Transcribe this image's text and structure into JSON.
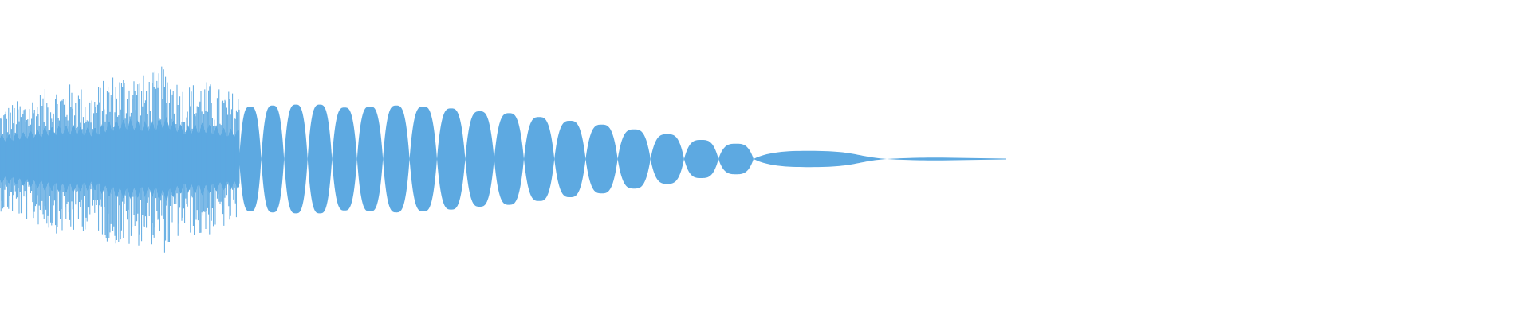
{
  "waveform": {
    "color": "#5DA9E1",
    "background": "#ffffff",
    "noise_segment": {
      "peak_envelope": [
        0.55,
        0.62,
        0.7,
        0.78,
        0.8,
        0.72,
        0.9,
        0.95,
        0.88,
        1.0,
        0.78,
        0.85,
        0.74,
        0.7
      ]
    },
    "tone_segment": {
      "lobes": [
        {
          "amp": 0.55
        },
        {
          "amp": 0.56
        },
        {
          "amp": 0.57
        },
        {
          "amp": 0.57
        },
        {
          "amp": 0.54
        },
        {
          "amp": 0.55
        },
        {
          "amp": 0.56
        },
        {
          "amp": 0.55
        },
        {
          "amp": 0.53
        },
        {
          "amp": 0.5
        },
        {
          "amp": 0.48
        },
        {
          "amp": 0.44
        },
        {
          "amp": 0.4
        },
        {
          "amp": 0.36
        },
        {
          "amp": 0.31
        },
        {
          "amp": 0.26
        },
        {
          "amp": 0.2
        },
        {
          "amp": 0.16
        }
      ]
    },
    "tail_segment": {
      "long_lobe_amp": 0.085,
      "final_lobe_amp": 0.015
    }
  }
}
